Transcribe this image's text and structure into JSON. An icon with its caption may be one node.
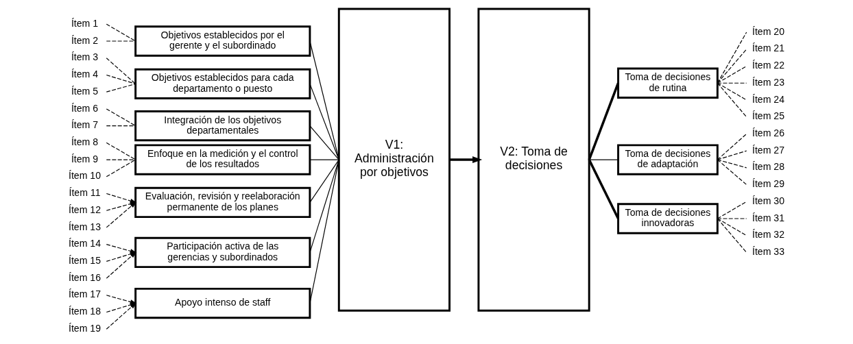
{
  "diagram": {
    "nodes": [
      {
        "text": [
          "Ítem 1"
        ]
      },
      {
        "text": [
          "Ítem 2"
        ]
      },
      {
        "text": [
          "Objetivos establecidos por el gerente y el subordinado"
        ]
      },
      {
        "text": [
          "Ítem 3"
        ]
      },
      {
        "text": [
          "Ítem 4"
        ]
      },
      {
        "text": [
          "Ítem 5"
        ]
      },
      {
        "text": [
          "Objetivos establecidos para cada departamento o puesto"
        ]
      },
      {
        "text": [
          "Ítem 6"
        ]
      },
      {
        "text": [
          "Ítem 7"
        ]
      },
      {
        "text": [
          "Integración de los objetivos departamentales"
        ]
      },
      {
        "text": [
          "Ítem 8"
        ]
      },
      {
        "text": [
          "Ítem 9"
        ]
      },
      {
        "text": [
          "Ítem 10"
        ]
      },
      {
        "text": [
          "Enfoque en la medición y el control de los resultados"
        ]
      },
      {
        "text": [
          "Ítem 11"
        ]
      },
      {
        "text": [
          "Ítem 12"
        ]
      },
      {
        "text": [
          "Ítem 13"
        ]
      },
      {
        "text": [
          "Evaluación, revisión y reelaboración permanente de los planes"
        ]
      },
      {
        "text": [
          "Ítem 14"
        ]
      },
      {
        "text": [
          "Ítem 15"
        ]
      },
      {
        "text": [
          "Ítem 16"
        ]
      },
      {
        "text": [
          "Participación activa de las gerencias y subordinados"
        ]
      },
      {
        "text": [
          "Ítem 17"
        ]
      },
      {
        "text": [
          "Ítem 18"
        ]
      },
      {
        "text": [
          "Ítem 19"
        ]
      },
      {
        "text": [
          "Apoyo intenso de staff"
        ]
      },
      {
        "text": [
          "V1: Administración por objetivos"
        ]
      },
      {
        "text": [
          "V2: Toma de decisiones"
        ]
      },
      {
        "text": [
          "Toma de decisiones de rutina"
        ]
      },
      {
        "text": [
          "Ítem 20"
        ]
      },
      {
        "text": [
          "Ítem 21"
        ]
      },
      {
        "text": [
          "Ítem 22"
        ]
      },
      {
        "text": [
          "Ítem 23"
        ]
      },
      {
        "text": [
          "Ítem 24"
        ]
      },
      {
        "text": [
          "Ítem 25"
        ]
      },
      {
        "text": [
          "Toma de decisiones de adaptación"
        ]
      },
      {
        "text": [
          "Ítem 26"
        ]
      },
      {
        "text": [
          "Ítem 27"
        ]
      },
      {
        "text": [
          "Ítem 28"
        ]
      },
      {
        "text": [
          "Ítem 29"
        ]
      },
      {
        "text": [
          "Toma de decisiones innovadoras"
        ]
      },
      {
        "text": [
          "Ítem 30"
        ]
      },
      {
        "text": [
          "Ítem 31"
        ]
      },
      {
        "text": [
          "Ítem 32"
        ]
      },
      {
        "text": [
          "Ítem 33"
        ]
      }
    ],
    "edges": [
      {
        "from": 0,
        "to": 2,
        "arrow": "none",
        "style": "dashed"
      },
      {
        "from": 1,
        "to": 2,
        "arrow": "none",
        "style": "dashed"
      },
      {
        "from": 3,
        "to": 6,
        "arrow": "none",
        "style": "dashed"
      },
      {
        "from": 4,
        "to": 6,
        "arrow": "none",
        "style": "dashed"
      },
      {
        "from": 5,
        "to": 6,
        "arrow": "none",
        "style": "dashed"
      },
      {
        "from": 7,
        "to": 9,
        "arrow": "none",
        "style": "dashed"
      },
      {
        "from": 8,
        "to": 9,
        "arrow": "none",
        "style": "dashed"
      },
      {
        "from": 10,
        "to": 13,
        "arrow": "none",
        "style": "dashed"
      },
      {
        "from": 11,
        "to": 13,
        "arrow": "none",
        "style": "dashed"
      },
      {
        "from": 12,
        "to": 13,
        "arrow": "none",
        "style": "dashed"
      },
      {
        "from": 14,
        "to": 17,
        "arrow": "to",
        "style": "dashed"
      },
      {
        "from": 15,
        "to": 17,
        "arrow": "to",
        "style": "dashed"
      },
      {
        "from": 16,
        "to": 17,
        "arrow": "to",
        "style": "dashed"
      },
      {
        "from": 18,
        "to": 21,
        "arrow": "to",
        "style": "dashed"
      },
      {
        "from": 19,
        "to": 21,
        "arrow": "to",
        "style": "dashed"
      },
      {
        "from": 20,
        "to": 21,
        "arrow": "to",
        "style": "dashed"
      },
      {
        "from": 22,
        "to": 25,
        "arrow": "to",
        "style": "dashed"
      },
      {
        "from": 23,
        "to": 25,
        "arrow": "to",
        "style": "dashed"
      },
      {
        "from": 24,
        "to": 25,
        "arrow": "to",
        "style": "dashed"
      },
      {
        "from": 2,
        "to": 26,
        "arrow": "none"
      },
      {
        "from": 6,
        "to": 26,
        "arrow": "none"
      },
      {
        "from": 9,
        "to": 26,
        "arrow": "none"
      },
      {
        "from": 13,
        "to": 26,
        "arrow": "none"
      },
      {
        "from": 17,
        "to": 26,
        "arrow": "none"
      },
      {
        "from": 21,
        "to": 26,
        "arrow": "none"
      },
      {
        "from": 25,
        "to": 26,
        "arrow": "none"
      },
      {
        "from": 26,
        "to": 27,
        "arrow": "to",
        "style": "thick"
      },
      {
        "from": 27,
        "to": 28,
        "arrow": "none",
        "style": "thick"
      },
      {
        "from": 27,
        "to": 35,
        "arrow": "none"
      },
      {
        "from": 27,
        "to": 40,
        "arrow": "none",
        "style": "thick"
      },
      {
        "from": 28,
        "to": 29,
        "arrow": "none",
        "style": "dashed"
      },
      {
        "from": 28,
        "to": 30,
        "arrow": "none",
        "style": "dashed"
      },
      {
        "from": 28,
        "to": 31,
        "arrow": "none",
        "style": "dashed"
      },
      {
        "from": 28,
        "to": 32,
        "arrow": "none",
        "style": "dashed"
      },
      {
        "from": 28,
        "to": 33,
        "arrow": "none",
        "style": "dashed"
      },
      {
        "from": 28,
        "to": 34,
        "arrow": "none",
        "style": "dashed"
      },
      {
        "from": 35,
        "to": 36,
        "arrow": "none",
        "style": "dashed"
      },
      {
        "from": 35,
        "to": 37,
        "arrow": "none",
        "style": "dashed"
      },
      {
        "from": 35,
        "to": 38,
        "arrow": "none",
        "style": "dashed"
      },
      {
        "from": 35,
        "to": 39,
        "arrow": "none",
        "style": "dashed"
      },
      {
        "from": 40,
        "to": 41,
        "arrow": "none",
        "style": "dashed"
      },
      {
        "from": 40,
        "to": 42,
        "arrow": "none",
        "style": "dashed"
      },
      {
        "from": 40,
        "to": 43,
        "arrow": "none",
        "style": "dashed"
      },
      {
        "from": 40,
        "to": 44,
        "arrow": "none",
        "style": "dashed"
      }
    ]
  }
}
